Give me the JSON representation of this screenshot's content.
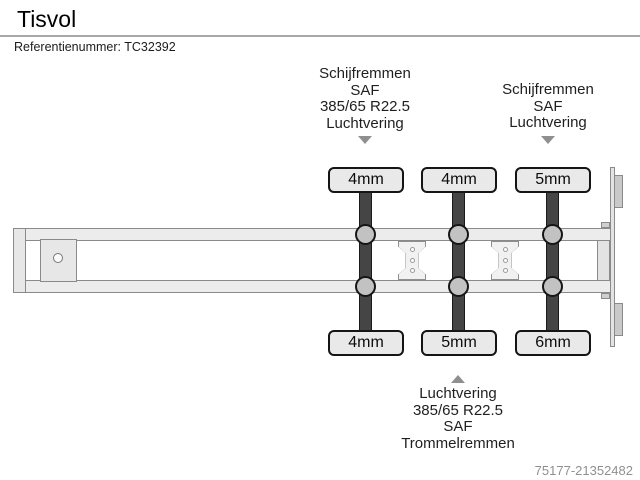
{
  "header": {
    "title": "Tisvol",
    "reference_label": "Referentienummer:",
    "reference_value": "TC32392"
  },
  "annotations": {
    "front_axles": {
      "lines": [
        "Schijfremmen",
        "SAF",
        "385/65 R22.5",
        "Luchtvering"
      ],
      "arrow": "down"
    },
    "rear_axle": {
      "lines": [
        "Schijfremmen",
        "SAF",
        "Luchtvering"
      ],
      "arrow": "down"
    },
    "bottom": {
      "lines": [
        "Luchtvering",
        "385/65 R22.5",
        "SAF",
        "Trommelremmen"
      ],
      "arrow": "up"
    }
  },
  "tire_depths": {
    "top_row": [
      "4mm",
      "4mm",
      "5mm"
    ],
    "bottom_row": [
      "4mm",
      "5mm",
      "6mm"
    ]
  },
  "watermark": "75177-21352482",
  "colors": {
    "axle": "#454545",
    "hub": "#c2c2c2",
    "tyre_box_fill": "#e9e9e9",
    "tyre_box_border": "#151515",
    "frame_fill": "#ececec",
    "frame_border": "#8a8a8a",
    "arrow": "#8f8f8f",
    "watermark_text": "#909090"
  }
}
